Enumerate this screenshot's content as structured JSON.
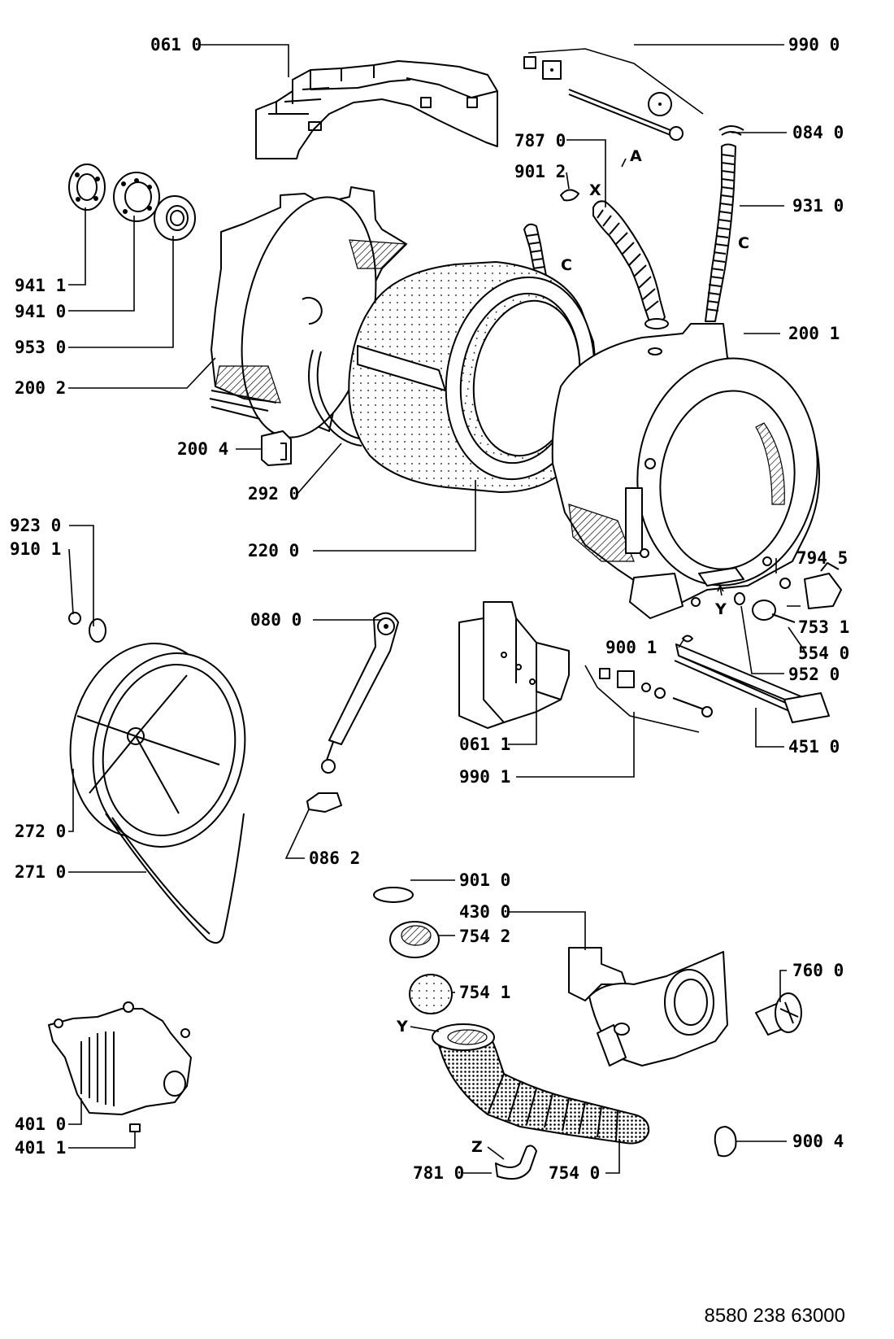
{
  "labels": {
    "l0610": "061 0",
    "l9900": "990 0",
    "l0840": "084 0",
    "l7870": "787 0",
    "l9012": "901 2",
    "l9310": "931 0",
    "l9411": "941 1",
    "l9410": "941 0",
    "l9530": "953 0",
    "l2002": "200 2",
    "l2001": "200 1",
    "l2004": "200 4",
    "l2920": "292 0",
    "l2200": "220 0",
    "l9230": "923 0",
    "l9101": "910 1",
    "l7945": "794 5",
    "l7531": "753 1",
    "l5540": "554 0",
    "l9520": "952 0",
    "l9001": "900 1",
    "l0800": "080 0",
    "l0611": "061 1",
    "l9901": "990 1",
    "l4510": "451 0",
    "l2720": "272 0",
    "l2710": "271 0",
    "l0862": "086 2",
    "l9010": "901 0",
    "l4300": "430 0",
    "l7542": "754 2",
    "l7541": "754 1",
    "l7600": "760 0",
    "l4010": "401 0",
    "l4011": "401 1",
    "l9004": "900 4",
    "l7810": "781 0",
    "l7540": "754 0"
  },
  "markers": {
    "a": "A",
    "x": "X",
    "c1": "C",
    "c2": "C",
    "y1": "Y",
    "y2": "Y",
    "z": "Z"
  },
  "footer": {
    "code": "8580 238 63000"
  }
}
